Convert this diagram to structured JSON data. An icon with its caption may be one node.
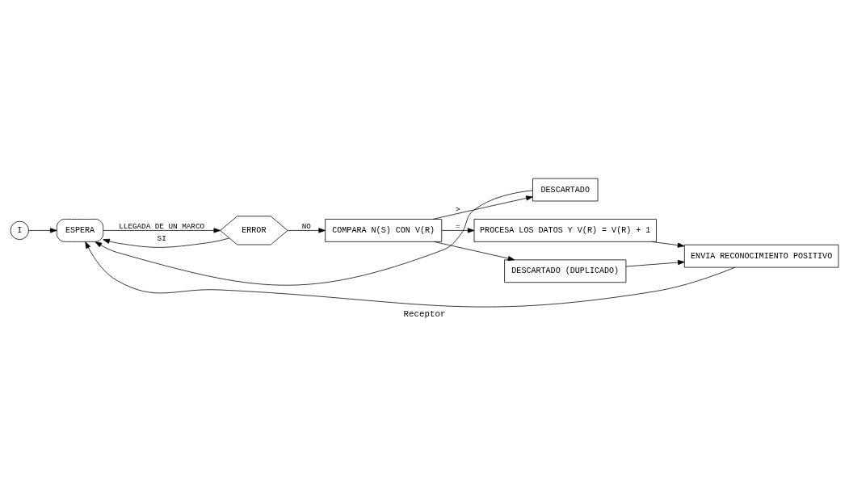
{
  "diagram": {
    "caption": "Receptor",
    "nodes": [
      {
        "text": [
          "I"
        ]
      },
      {
        "text": [
          "ESPERA"
        ]
      },
      {
        "text": [
          "ERROR"
        ]
      },
      {
        "text": [
          "COMPARA N(S) CON V(R)"
        ]
      },
      {
        "text": [
          "DESCARTADO"
        ]
      },
      {
        "text": [
          "PROCESA LOS DATOS Y V(R) = V(R) + 1"
        ]
      },
      {
        "text": [
          "DESCARTADO (DUPLICADO)"
        ]
      },
      {
        "text": [
          "ENVIA RECONOCIMIENTO POSITIVO"
        ]
      }
    ],
    "edges": [
      {
        "from": 0,
        "to": 1,
        "arrow": "to"
      },
      {
        "from": 1,
        "to": 2,
        "arrow": "to",
        "label": "LLEGADA DE UN MARCO"
      },
      {
        "from": 2,
        "to": 1,
        "arrow": "to",
        "label": "SI"
      },
      {
        "from": 2,
        "to": 3,
        "arrow": "to",
        "label": "NO"
      },
      {
        "from": 3,
        "to": 4,
        "arrow": "to",
        "label": ">"
      },
      {
        "from": 3,
        "to": 5,
        "arrow": "to",
        "label": "="
      },
      {
        "from": 3,
        "to": 6,
        "arrow": "to"
      },
      {
        "from": 4,
        "to": 1,
        "arrow": "to"
      },
      {
        "from": 5,
        "to": 7,
        "arrow": "to"
      },
      {
        "from": 6,
        "to": 7,
        "arrow": "to"
      },
      {
        "from": 7,
        "to": 1,
        "arrow": "to"
      }
    ]
  }
}
